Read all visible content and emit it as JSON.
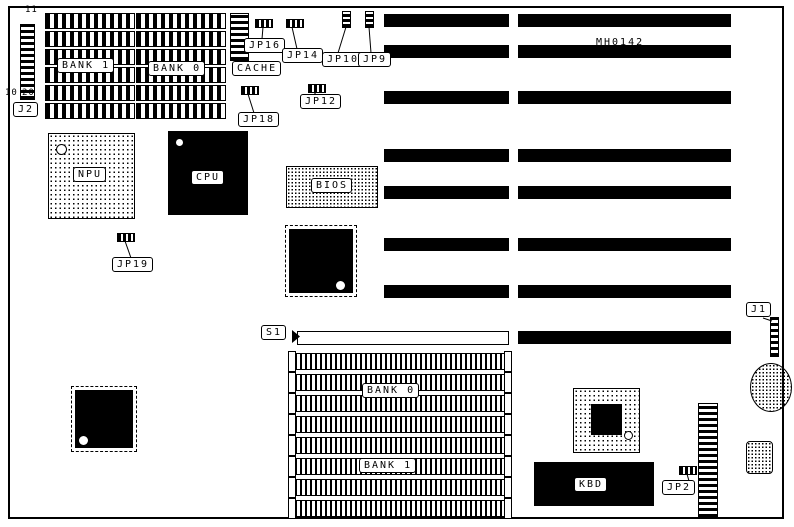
{
  "board": {
    "model": "MH0142"
  },
  "pins": {
    "p11": "11",
    "p10": "10",
    "p20": "20"
  },
  "connectors": {
    "j2": "J2",
    "j1": "J1",
    "s1": "S1"
  },
  "jumpers": {
    "jp16": "JP16",
    "jp14": "JP14",
    "jp10": "JP10",
    "jp9": "JP9",
    "jp12": "JP12",
    "jp18": "JP18",
    "jp19": "JP19",
    "jp2": "JP2"
  },
  "chips": {
    "npu": "NPU",
    "cpu": "CPU",
    "bios": "BIOS",
    "cache": "CACHE",
    "kbd": "KBD"
  },
  "memory": {
    "top_bank1": "BANK 1",
    "top_bank0": "BANK 0",
    "bottom_bank0": "BANK 0",
    "bottom_bank1": "BANK 1"
  }
}
